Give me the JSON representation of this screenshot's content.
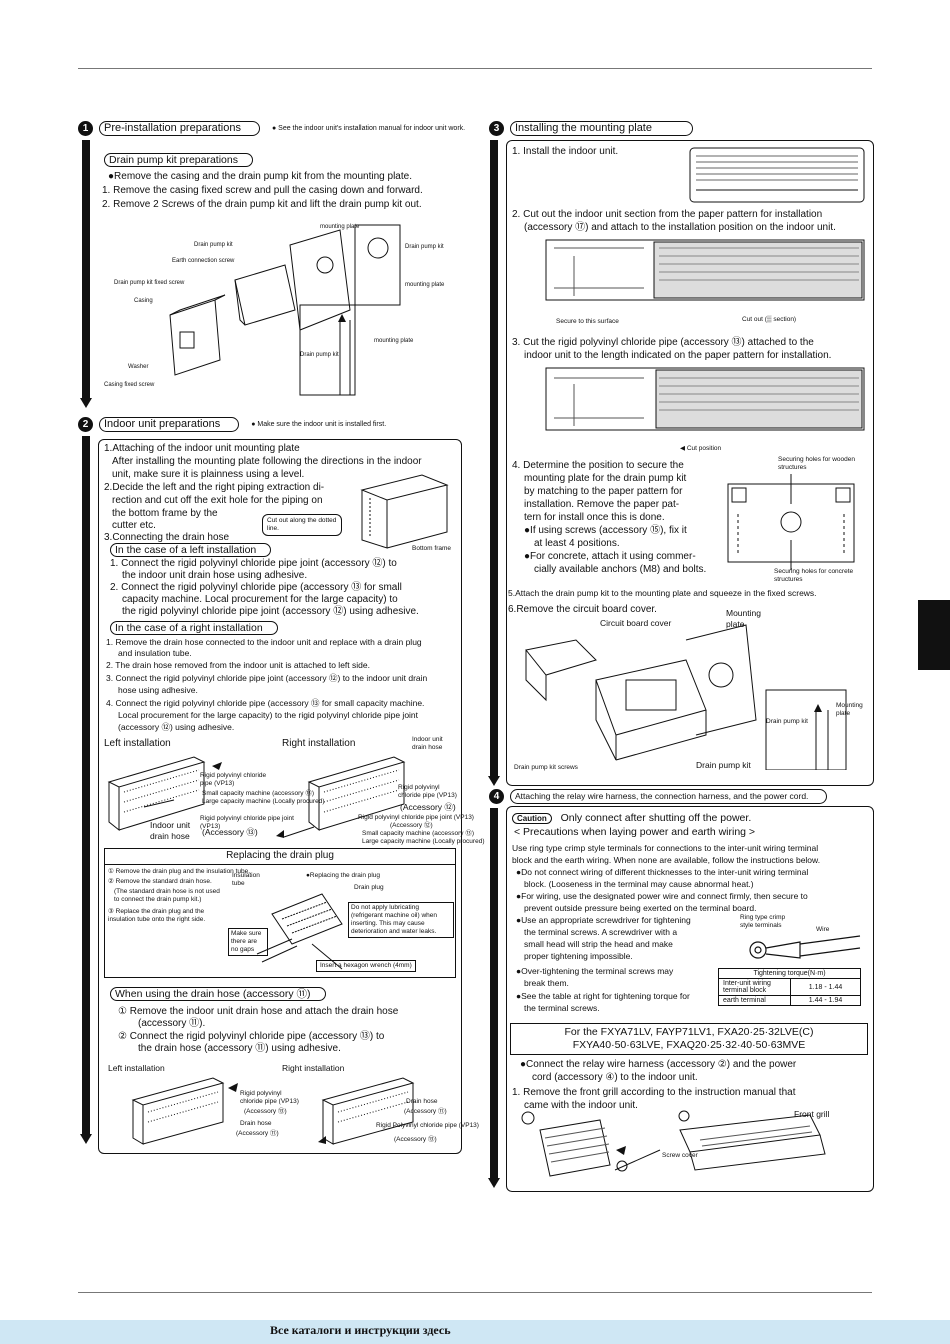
{
  "sections": {
    "s1": {
      "num": "1",
      "title": "Pre-installation preparations",
      "note": "See the indoor unit's installation manual for indoor unit work."
    },
    "s2": {
      "num": "2",
      "title": "Indoor unit preparations",
      "note": "Make sure the indoor unit is installed first."
    },
    "s3": {
      "num": "3",
      "title": "Installing the mounting plate"
    },
    "s4": {
      "num": "4",
      "title": "Attaching the relay wire harness, the connection harness, and the power cord."
    }
  },
  "drain_kit": {
    "title": "Drain pump kit preparations",
    "lines": [
      "●Remove the casing and the drain pump kit from the mounting plate.",
      "1. Remove the casing fixed screw and pull the casing down and forward.",
      "2. Remove 2 Screws of the drain pump kit and lift the drain pump kit out."
    ],
    "labels": {
      "mounting_plate": "mounting plate",
      "drain_pump_kit": "Drain pump kit",
      "earth_screw": "Earth connection screw",
      "fixed_screw": "Drain pump kit fixed screw",
      "casing": "Casing",
      "washer": "Washer",
      "casing_fixed_screw": "Casing fixed screw",
      "drain_pump_kit_r": "Drain pump kit",
      "mounting_plate_r": "mounting plate",
      "drain_pump_kit_b": "Drain pump kit",
      "mounting_plate_b": "mounting plate"
    }
  },
  "indoor_prep": {
    "lines": [
      "1.Attaching of the indoor unit mounting plate",
      "After installing the mounting plate following the directions in the indoor",
      "unit, make sure it is plainness using a level.",
      "2.Decide the left and the right piping extraction di-",
      "rection and cut off the exit hole for the piping on",
      "the bottom frame by the",
      "cutter etc.",
      "3.Connecting the drain hose"
    ],
    "cut_note": "Cut out along the dotted line.",
    "bottom_frame": "Bottom frame",
    "left_title": "In the case of a left installation",
    "left_lines": [
      "1. Connect the rigid polyvinyl chloride pipe joint (accessory ⑫) to",
      "the indoor unit drain hose using adhesive.",
      "2. Connect the rigid polyvinyl chloride pipe (accessory ⑬ for small",
      "capacity machine. Local procurement for the large capacity) to",
      "the rigid polyvinyl chloride pipe joint (accessory ⑫) using adhesive."
    ],
    "right_title": "In the case of a right installation",
    "right_lines": [
      "1. Remove the drain hose connected to the indoor unit and replace with a drain plug",
      "and insulation tube.",
      "2. The drain hose removed from the indoor unit is attached to left side.",
      "3. Connect the rigid polyvinyl chloride pipe joint (accessory ⑫) to the indoor unit drain",
      "hose using adhesive.",
      "4. Connect the rigid polyvinyl chloride pipe (accessory ⑬ for small capacity machine.",
      "Local procurement for the large capacity) to the rigid polyvinyl chloride pipe joint",
      "(accessory ⑫) using adhesive."
    ],
    "fig_labels": {
      "left_installation": "Left installation",
      "right_installation": "Right installation",
      "indoor_drain_hose": "Indoor unit drain hose",
      "rigid_pipe": "Rigid polyvinyl chloride pipe (VP13)",
      "small_cap": "Small capacity machine (accessory ⑬)",
      "large_cap": "Large capacity machine (Locally procured)",
      "pipe_joint": "Rigid polyvinyl chloride pipe joint (VP13)",
      "acc12": "(Accessory ⑫)",
      "acc13": "(Accessory ⑬)",
      "indoor_unit_drain_hose_b": "Indoor unit drain hose",
      "rigid_pipe_r": "Rigid polyvinyl chloride pipe (VP13)",
      "pipe_joint_r": "Rigid polyvinyl chloride pipe joint (VP13)",
      "acc12_r": "(Accessory ⑫)",
      "small_cap_r": "Small capacity machine (accessory ⑬)",
      "large_cap_r": "Large capacity machine (Locally procured)"
    }
  },
  "drain_plug": {
    "title": "Replacing the drain plug",
    "steps": [
      "① Remove the drain plug and the insulation tube.",
      "② Remove the standard drain hose.",
      "(The standard drain hose is not used to connect the drain pump kit.)",
      "③ Replace the drain plug and the insulation tube onto the right side."
    ],
    "insulation_tube": "Insulation tube",
    "replacing": "●Replacing the drain plug",
    "drain_plug_label": "Drain plug",
    "warning": "Do not apply lubricating (refrigerant machine oil) when inserting. This may cause deterioration and water leaks.",
    "make_sure": "Make sure there are no gaps",
    "hex": "Insert a hexagon wrench (4mm)"
  },
  "drain_hose_acc": {
    "title": "When using the drain hose (accessory ⑪)",
    "lines": [
      "① Remove the indoor unit drain hose and attach the drain hose",
      "(accessory ⑪).",
      "② Connect the rigid polyvinyl chloride pipe (accessory ⑬) to",
      "the drain hose (accessory ⑪) using adhesive."
    ],
    "left_installation": "Left installation",
    "right_installation": "Right installation",
    "rigid_pipe": "Rigid polyvinyl chloride pipe (VP13)",
    "acc13": "(Accessory ⑬)",
    "drain_hose": "Drain hose",
    "acc11": "(Accessory ⑪)",
    "drain_hose_r": "Drain hose",
    "acc11_r": "(Accessory ⑪)",
    "rigid_pipe_r": "Rigid Polyvinyl chloride pipe (VP13)",
    "acc13_r": "(Accessory ⑬)"
  },
  "mounting": {
    "l1": "1. Install the indoor unit.",
    "l2a": "2. Cut out the indoor unit section from the paper pattern for installation",
    "l2b": "(accessory ⑰) and attach to the installation position on the indoor unit.",
    "secure_surface": "Secure to this surface",
    "cut_out": "Cut out (▒ section)",
    "l3a": "3. Cut the rigid polyvinyl chloride pipe (accessory ⑬) attached to the",
    "l3b": "indoor unit to the length indicated on the paper pattern for installation.",
    "cut_position": "Cut position",
    "l4": [
      "4. Determine the position to secure the",
      "mounting plate for the drain pump kit",
      "by matching to the paper pattern for",
      "installation. Remove the paper pat-",
      "tern for install once this is done.",
      "●If using screws (accessory ⑮), fix it",
      "at least 4 positions.",
      "●For concrete, attach it using commer-",
      "cially available anchors (M8) and bolts."
    ],
    "wood_holes": "Securing holes for wooden structures",
    "concrete_holes": "Securing holes for concrete structures",
    "l5": "5.Attach the drain pump kit to the mounting plate and squeeze in the fixed screws.",
    "l6": "6.Remove the circuit board cover.",
    "circuit_cover": "Circuit board cover",
    "mounting_plate": "Mounting plate",
    "mounting_plate_r": "Mounting plate",
    "drain_pump_kit": "Drain pump kit",
    "drain_pump_kit_screws": "Drain pump kit screws",
    "drain_pump_kit_b": "Drain pump kit"
  },
  "wiring": {
    "caution": "Caution",
    "caution_text": "Only connect after shutting off the power.",
    "precautions": "< Precautions when laying power and earth wiring >",
    "lines": [
      "Use ring type crimp style terminals for connections to the inter-unit wiring terminal",
      "block and the earth wiring. When none are available, follow the instructions below.",
      "●Do not connect wiring of different thicknesses to the inter-unit wiring terminal",
      "block. (Looseness in the terminal may cause abnormal heat.)",
      "●For wiring, use the designated power wire and connect firmly, then secure to",
      "prevent outside pressure being exerted on the terminal board.",
      "●Use an appropriate screwdriver for tightening",
      "the terminal screws. A screwdriver with a",
      "small head will strip the head and make",
      "proper tightening impossible.",
      "●Over-tightening the terminal screws may",
      "break them.",
      "●See the table at right for tightening torque for",
      "the terminal screws."
    ],
    "ring_terminals": "Ring type crimp style terminals",
    "wire": "Wire",
    "torque_header": "Tightening torque(N·m)",
    "torque_rows": [
      {
        "name": "Inter-unit wiring terminal block",
        "value": "1.18 - 1.44"
      },
      {
        "name": "earth terminal",
        "value": "1.44 - 1.94"
      }
    ],
    "models_a": "For the FXYA71LV, FAYP71LV1, FXA20·25·32LVE(C)",
    "models_b": "FXYA40·50·63LVE, FXAQ20·25·32·40·50·63MVE",
    "connect_a": "●Connect the relay wire harness (accessory ②) and the power",
    "connect_b": "cord (accessory ④) to the indoor unit.",
    "remove_a": "1. Remove the front grill according to the instruction manual that",
    "remove_b": "came with the indoor unit.",
    "front_grill": "Front grill",
    "screw_cover": "Screw cover"
  },
  "footer": "Все каталоги и инструкции здесь"
}
